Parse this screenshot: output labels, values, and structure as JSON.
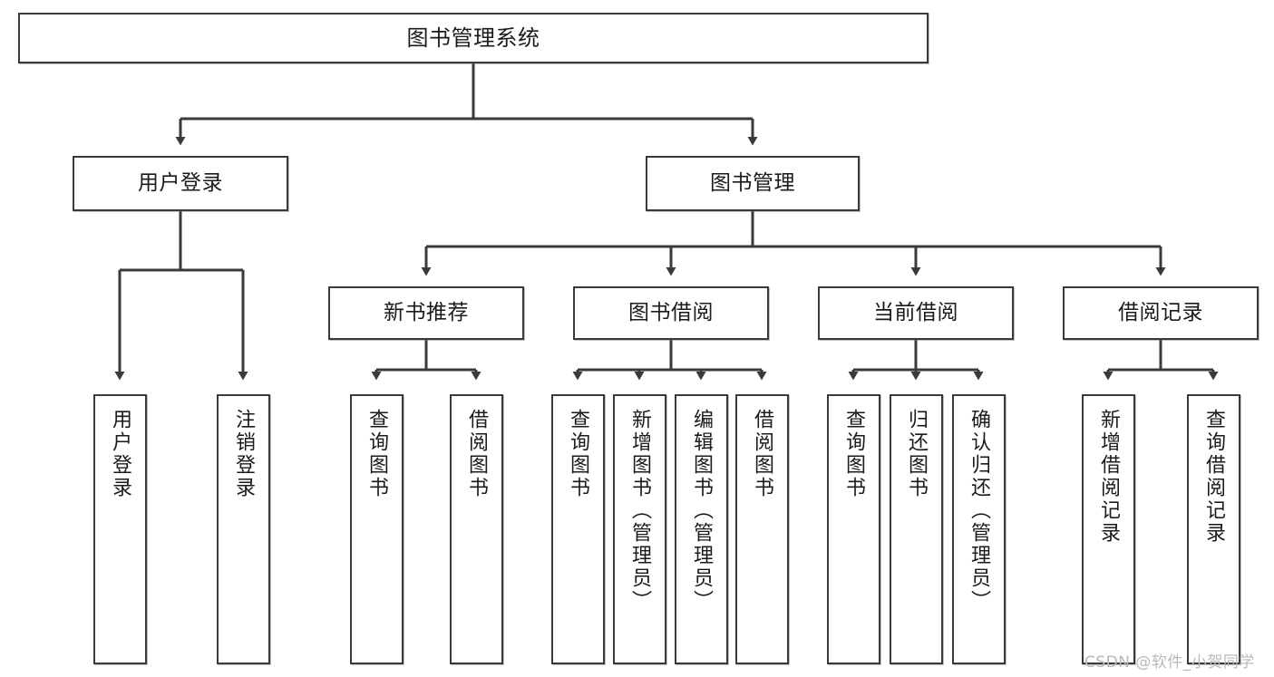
{
  "diagram": {
    "title": "图书管理系统",
    "type": "tree-hierarchy",
    "watermark": "CSDN @软件_小贺同学",
    "colors": {
      "background": "#ffffff",
      "box_border": "#3a3a3a",
      "box_fill": "#ffffff",
      "edge": "#3a3a3a",
      "text": "#1b1b1b",
      "watermark": "#b9b9b9"
    },
    "levels": {
      "root": {
        "label": "图书管理系统"
      },
      "level2": [
        {
          "id": "user-login",
          "label": "用户登录"
        },
        {
          "id": "book-management",
          "label": "图书管理"
        }
      ],
      "level3": [
        {
          "id": "new-book-recommend",
          "label": "新书推荐",
          "parent": "book-management"
        },
        {
          "id": "book-borrow",
          "label": "图书借阅",
          "parent": "book-management"
        },
        {
          "id": "current-borrow",
          "label": "当前借阅",
          "parent": "book-management"
        },
        {
          "id": "borrow-record",
          "label": "借阅记录",
          "parent": "book-management"
        }
      ],
      "leaves": [
        {
          "id": "leaf-user-login",
          "label": "用户登录",
          "parent": "user-login"
        },
        {
          "id": "leaf-logout",
          "label": "注销登录",
          "parent": "user-login"
        },
        {
          "id": "leaf-query-book-1",
          "label": "查询图书",
          "parent": "new-book-recommend"
        },
        {
          "id": "leaf-borrow-book-1",
          "label": "借阅图书",
          "parent": "new-book-recommend"
        },
        {
          "id": "leaf-query-book-2",
          "label": "查询图书",
          "parent": "book-borrow"
        },
        {
          "id": "leaf-add-book",
          "label": "新增图书（管理员）",
          "parent": "book-borrow"
        },
        {
          "id": "leaf-edit-book",
          "label": "编辑图书（管理员）",
          "parent": "book-borrow"
        },
        {
          "id": "leaf-borrow-book-2",
          "label": "借阅图书",
          "parent": "book-borrow"
        },
        {
          "id": "leaf-query-book-3",
          "label": "查询图书",
          "parent": "current-borrow"
        },
        {
          "id": "leaf-return-book",
          "label": "归还图书",
          "parent": "current-borrow"
        },
        {
          "id": "leaf-confirm-return",
          "label": "确认归还（管理员）",
          "parent": "current-borrow"
        },
        {
          "id": "leaf-add-record",
          "label": "新增借阅记录",
          "parent": "borrow-record"
        },
        {
          "id": "leaf-query-record",
          "label": "查询借阅记录",
          "parent": "borrow-record"
        }
      ]
    }
  }
}
